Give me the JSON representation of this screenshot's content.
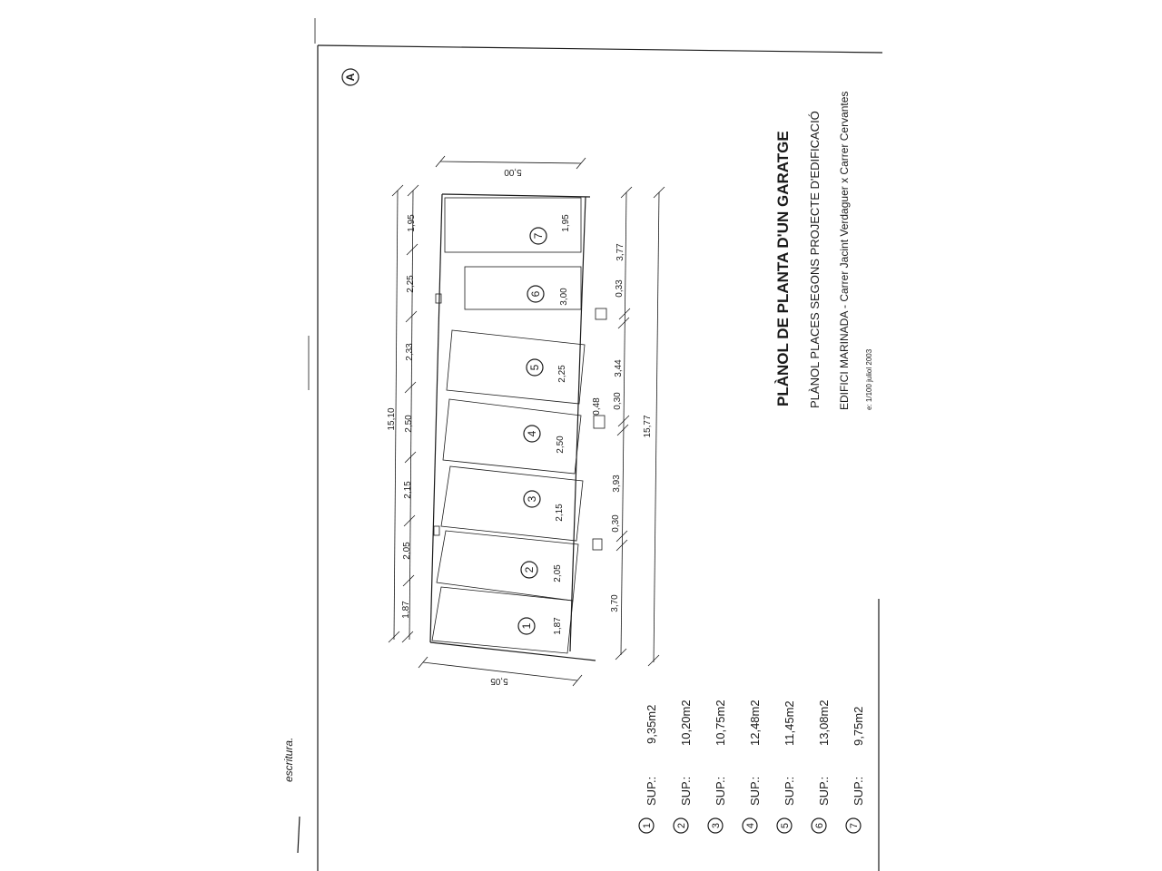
{
  "title_block": {
    "marker": "A",
    "title": "PLÀNOL DE PLANTA D'UN GARATGE",
    "subtitle": "PLÀNOL PLACES SEGONS PROJECTE D'EDIFICACIÓ",
    "building": "EDIFICI MARINADA - Carrer Jacint Verdaguer x Carrer Cervantes",
    "scale_date": "e: 1/100   juliol 2003"
  },
  "handwritten_note": "escritura.",
  "spaces": [
    {
      "num": "1",
      "width": "1,87"
    },
    {
      "num": "2",
      "width": "2,05"
    },
    {
      "num": "3",
      "width": "2,15"
    },
    {
      "num": "4",
      "width": "2,50"
    },
    {
      "num": "5",
      "width": "2,25"
    },
    {
      "num": "6",
      "width": "3,00"
    },
    {
      "num": "7",
      "width": "1,95"
    }
  ],
  "top_dims": [
    "1,87",
    "2,05",
    "2,15",
    "2,50",
    "2,33",
    "2,25",
    "1,95"
  ],
  "top_total": "15,10",
  "bottom_dims": [
    "3,70",
    "0,30",
    "3,93",
    "0,30",
    "3,44",
    "0,33",
    "3,77"
  ],
  "bottom_total": "15,77",
  "depth_left": "5,05",
  "depth_right": "5,00",
  "column_label": "0,48",
  "legend_prefix": "SUP.:",
  "areas": [
    {
      "num": "1",
      "area": "9,35m2"
    },
    {
      "num": "2",
      "area": "10,20m2"
    },
    {
      "num": "3",
      "area": "10,75m2"
    },
    {
      "num": "4",
      "area": "12,48m2"
    },
    {
      "num": "5",
      "area": "11,45m2"
    },
    {
      "num": "6",
      "area": "13,08m2"
    },
    {
      "num": "7",
      "area": "9,75m2"
    }
  ]
}
